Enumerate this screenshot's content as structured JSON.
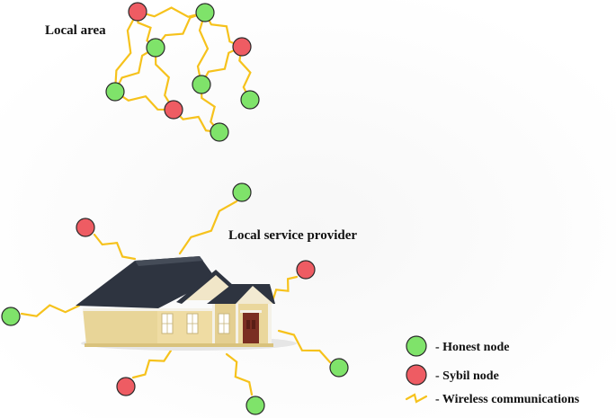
{
  "labels": {
    "local_area": "Local area",
    "local_service_provider": "Local service provider"
  },
  "legend": {
    "honest_node": "- Honest node",
    "sybil_node": "- Sybil node",
    "wireless": "- Wireless communications"
  },
  "colors": {
    "honest": "#7fe36a",
    "sybil": "#ee5c63",
    "link": "#f6c21c",
    "roof": "#2e3440",
    "wall": "#ead79c",
    "trim": "#f4f1e8",
    "door": "#7a2e22",
    "background": "#ffffff"
  },
  "icons": {
    "honest_node": "green-circle-icon",
    "sybil_node": "red-circle-icon",
    "wireless": "zigzag-lightning-icon",
    "house": "house-icon"
  }
}
